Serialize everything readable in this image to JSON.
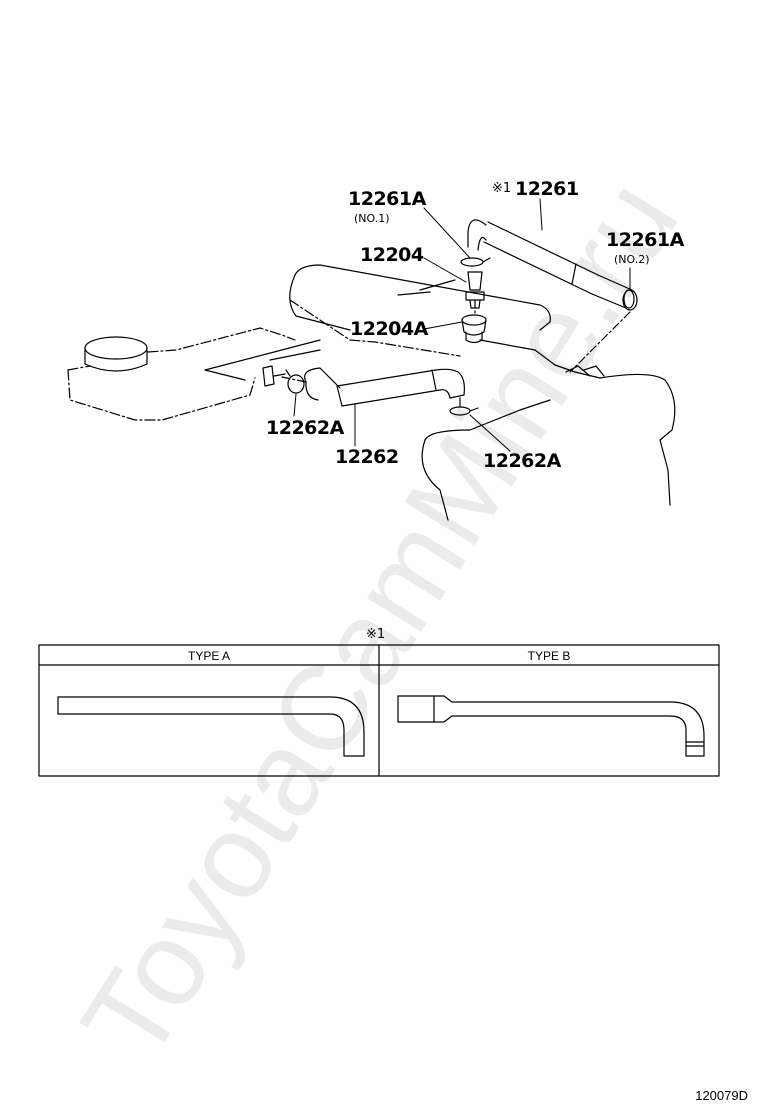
{
  "parts": {
    "p12261": "12261",
    "p12261_mark": "※1",
    "p12261A_1": "12261A",
    "p12261A_1_note": "(NO.1)",
    "p12261A_2": "12261A",
    "p12261A_2_note": "(NO.2)",
    "p12204": "12204",
    "p12204A": "12204A",
    "p12262": "12262",
    "p12262A_left": "12262A",
    "p12262A_right": "12262A"
  },
  "variant_table": {
    "mark": "※1",
    "col_a": "TYPE A",
    "col_b": "TYPE B"
  },
  "watermark": "ToyotaCamMine.ru",
  "diagram_code": "120079D"
}
